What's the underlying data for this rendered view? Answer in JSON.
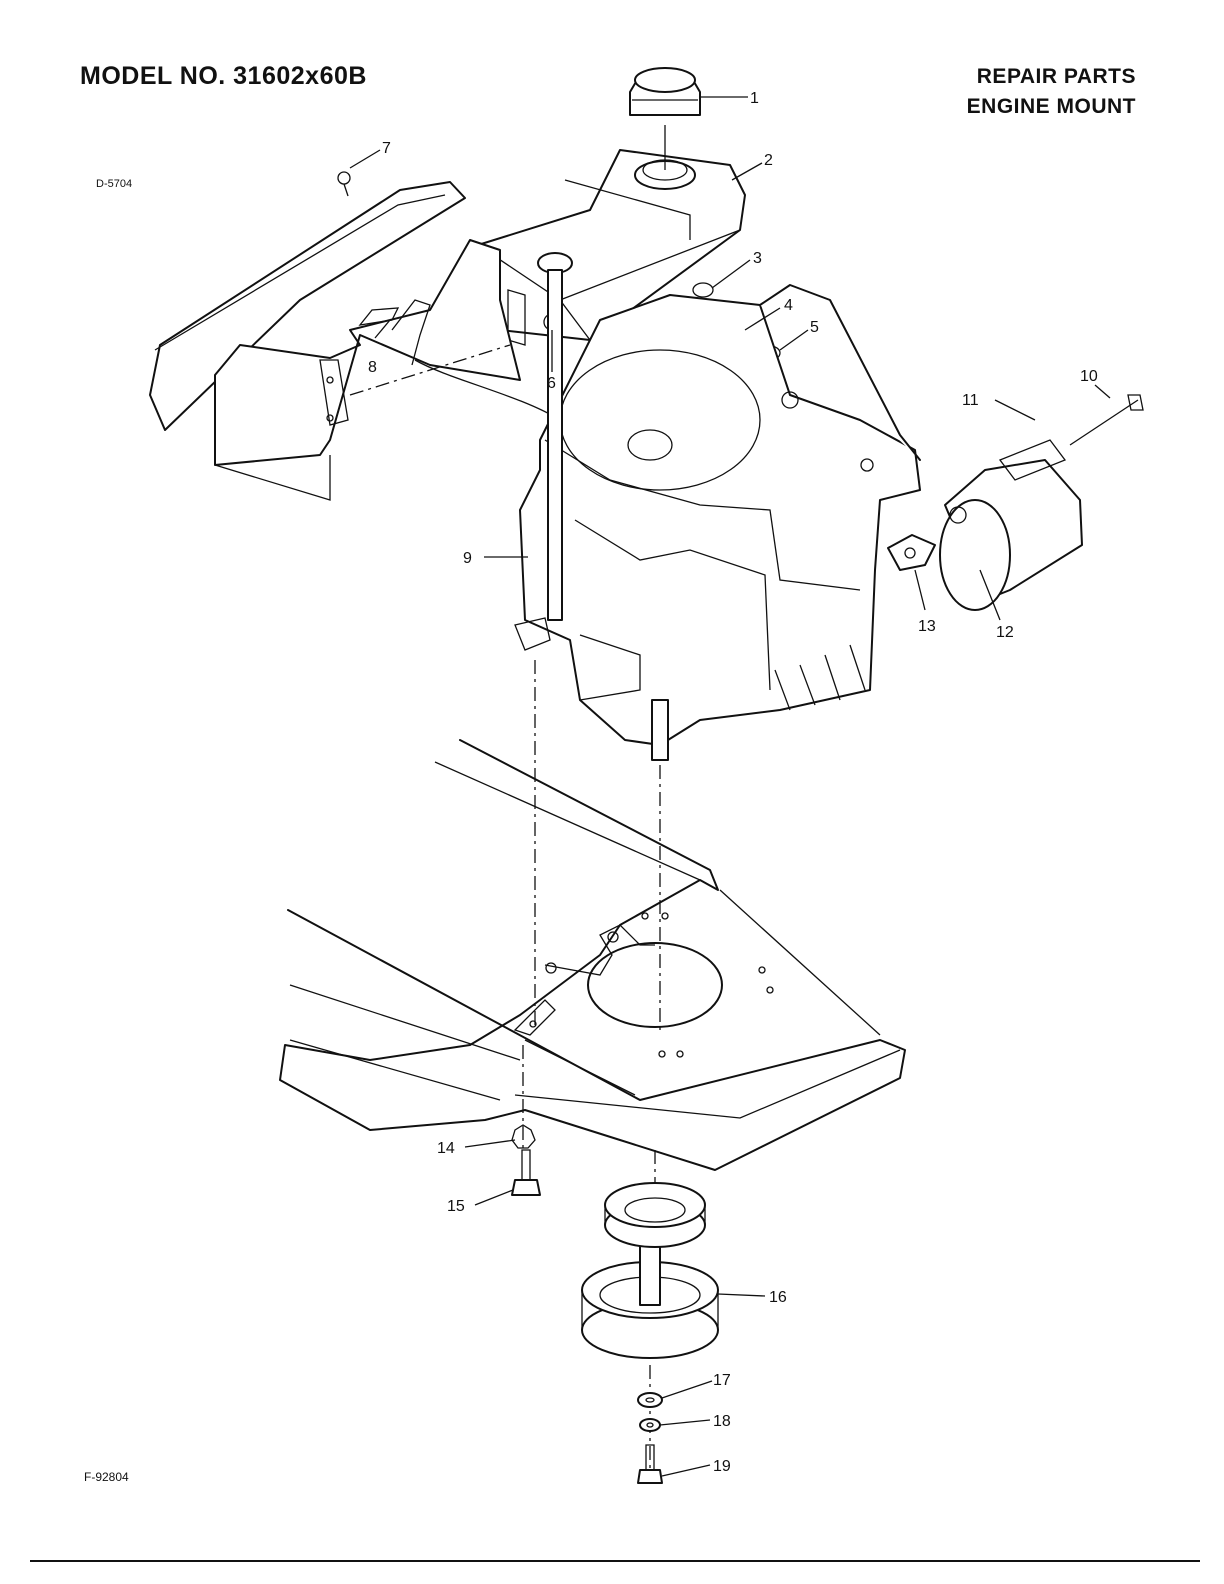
{
  "header": {
    "model": "MODEL NO. 31602x60B",
    "title_line1": "REPAIR PARTS",
    "title_line2": "ENGINE MOUNT"
  },
  "drawing_code": "D-5704",
  "figure_code": "F-92804",
  "callouts": [
    {
      "num": "1"
    },
    {
      "num": "2"
    },
    {
      "num": "3"
    },
    {
      "num": "4"
    },
    {
      "num": "5"
    },
    {
      "num": "6"
    },
    {
      "num": "7"
    },
    {
      "num": "8"
    },
    {
      "num": "9"
    },
    {
      "num": "10"
    },
    {
      "num": "11"
    },
    {
      "num": "12"
    },
    {
      "num": "13"
    },
    {
      "num": "14"
    },
    {
      "num": "15"
    },
    {
      "num": "16"
    },
    {
      "num": "17"
    },
    {
      "num": "18"
    },
    {
      "num": "19"
    }
  ]
}
